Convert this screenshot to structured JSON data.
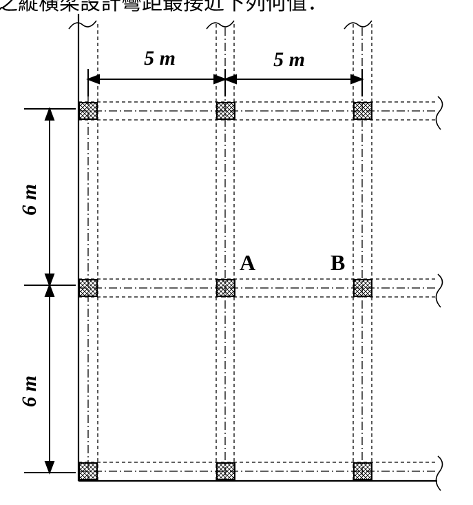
{
  "header_text": "之縱橫梁設計彎距最接近下列何值：",
  "dimensions": {
    "span_x_1": "5 m",
    "span_x_2": "5 m",
    "span_y_1": "6 m",
    "span_y_2": "6 m"
  },
  "points": {
    "a": "A",
    "b": "B"
  },
  "colors": {
    "line": "#000000",
    "background": "#ffffff"
  }
}
